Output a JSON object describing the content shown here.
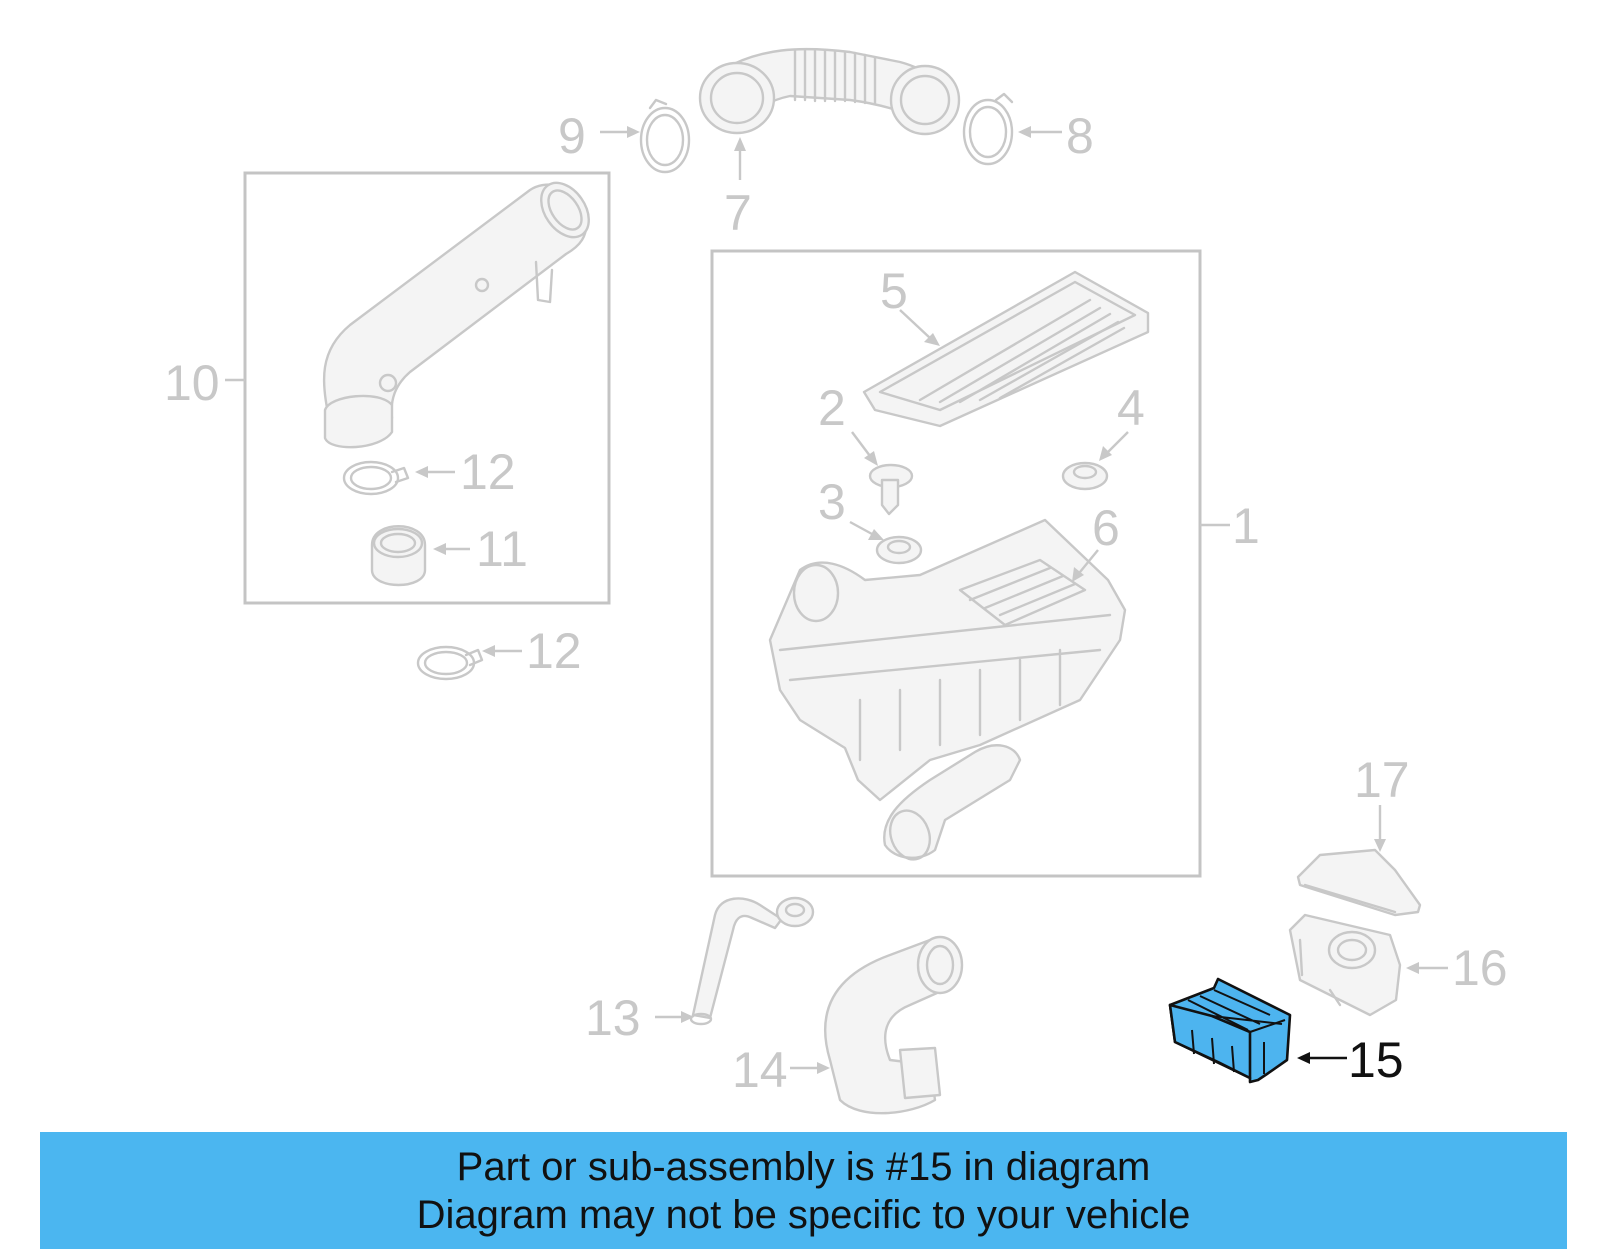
{
  "diagram": {
    "callouts": {
      "c1": "1",
      "c2": "2",
      "c3": "3",
      "c4": "4",
      "c5": "5",
      "c6": "6",
      "c7": "7",
      "c8": "8",
      "c9": "9",
      "c10": "10",
      "c11": "11",
      "c12a": "12",
      "c12b": "12",
      "c13": "13",
      "c14": "14",
      "c15": "15",
      "c16": "16",
      "c17": "17"
    },
    "highlight_color": "#4db4ef",
    "highlighted_part": "15"
  },
  "banner": {
    "line1": "Part or sub-assembly is #15 in diagram",
    "line2": "Diagram may not be specific to your vehicle",
    "background_color": "#4bb6f0"
  }
}
